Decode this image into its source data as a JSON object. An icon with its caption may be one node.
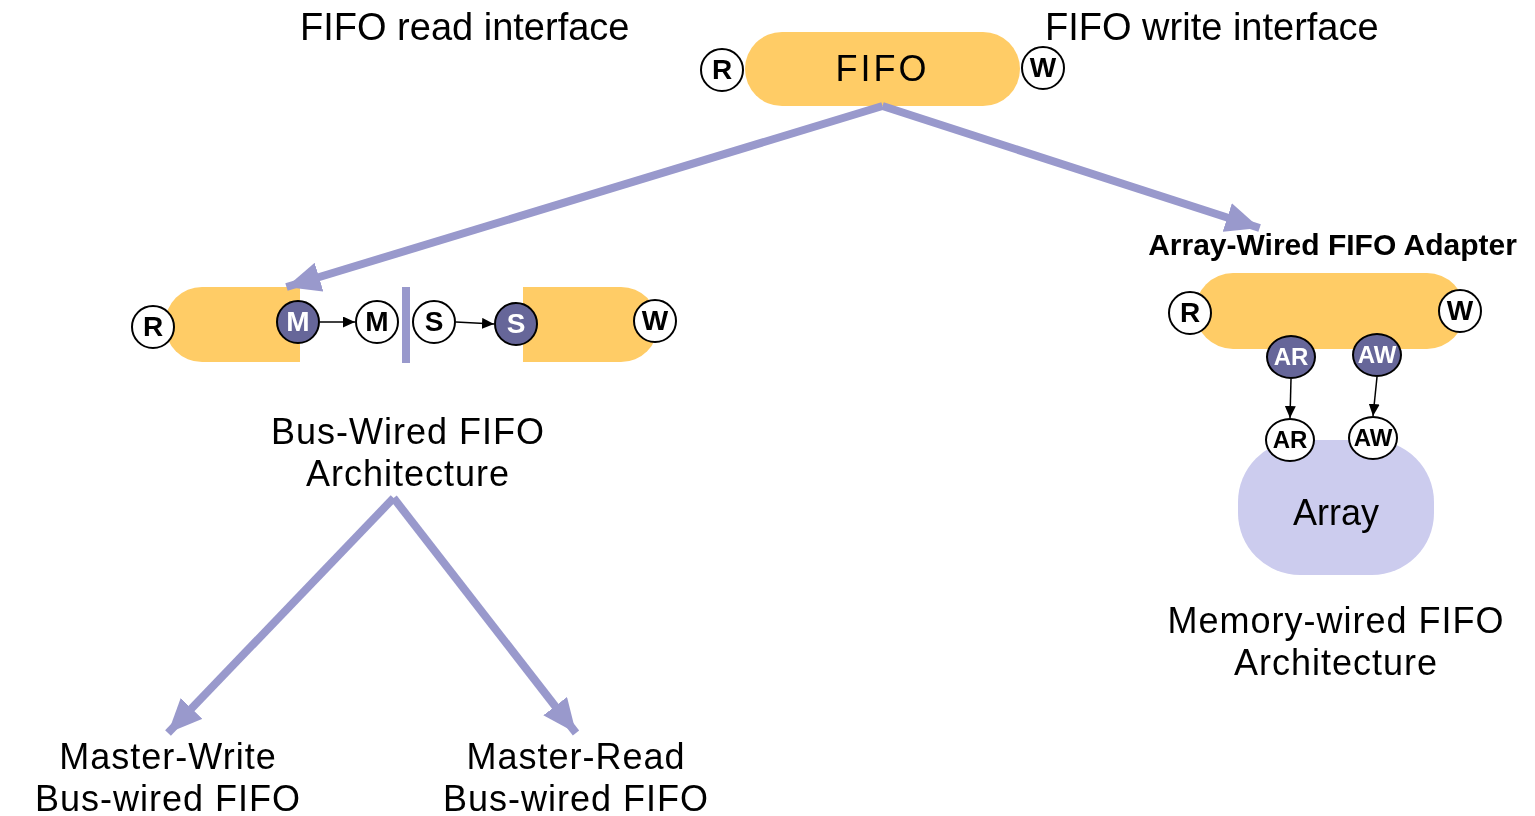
{
  "diagram": {
    "nodes": [
      {
        "text": [
          "FIFO"
        ]
      },
      {
        "text": [
          "R"
        ]
      },
      {
        "text": [
          "W"
        ]
      },
      {
        "text": [],
        "shape": "box"
      },
      {
        "text": [
          "R"
        ]
      },
      {
        "text": [
          "M"
        ]
      },
      {
        "text": [
          "M"
        ]
      },
      {
        "text": [],
        "shape": "bar"
      },
      {
        "text": [
          "S"
        ]
      },
      {
        "text": [
          "S"
        ]
      },
      {
        "text": [],
        "shape": "box"
      },
      {
        "text": [
          "W"
        ]
      },
      {
        "text": [
          "Bus-Wired FIFO Architecture"
        ]
      },
      {
        "text": [
          "Array-Wired FIFO Adapter"
        ]
      },
      {
        "text": [
          "R"
        ]
      },
      {
        "text": [
          "W"
        ]
      },
      {
        "text": [
          "AR"
        ]
      },
      {
        "text": [
          "AW"
        ]
      },
      {
        "text": [
          "AR"
        ]
      },
      {
        "text": [
          "AW"
        ]
      },
      {
        "text": [
          "Array"
        ],
        "beside": [
          "Memory-wired FIFO Architecture"
        ]
      },
      {
        "text": [
          "Master-Write Bus-wired FIFO"
        ]
      },
      {
        "text": [
          "Master-Read Bus-wired FIFO"
        ]
      }
    ],
    "edges": [
      {
        "from": 0,
        "to": 3,
        "arrow": "to",
        "style": "thick",
        "color": "#9999cc"
      },
      {
        "from": 0,
        "to": 13,
        "arrow": "to",
        "style": "thick",
        "color": "#9999cc"
      },
      {
        "from": 5,
        "to": 6,
        "arrow": "to",
        "color": "#000000"
      },
      {
        "from": 8,
        "to": 9,
        "arrow": "to",
        "color": "#000000"
      },
      {
        "from": 16,
        "to": 18,
        "arrow": "to",
        "color": "#000000"
      },
      {
        "from": 17,
        "to": 19,
        "arrow": "to",
        "color": "#000000"
      },
      {
        "from": 12,
        "to": 21,
        "arrow": "to",
        "style": "thick",
        "color": "#9999cc"
      },
      {
        "from": 12,
        "to": 22,
        "arrow": "to",
        "style": "thick",
        "color": "#9999cc"
      }
    ],
    "labels": [
      "FIFO read interface",
      "FIFO write interface"
    ]
  }
}
